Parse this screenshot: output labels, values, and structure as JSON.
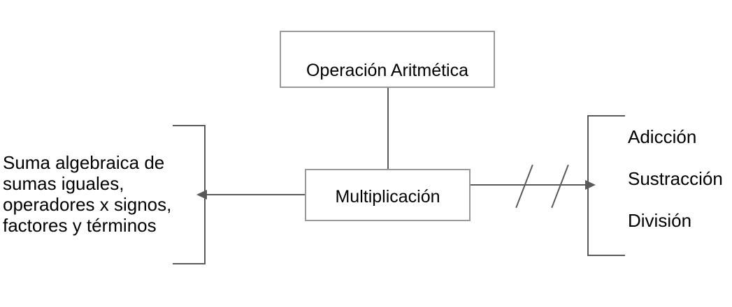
{
  "diagram": {
    "title_box": {
      "label": "Operación Aritmética"
    },
    "center_box": {
      "label": "Multiplicación"
    },
    "left_note": {
      "lines": [
        "Suma algebraica de",
        "sumas iguales,",
        "operadores x signos,",
        "factores y términos"
      ]
    },
    "right_items": [
      {
        "label": "Adicción"
      },
      {
        "label": "Sustracción"
      },
      {
        "label": "División"
      }
    ],
    "colors": {
      "line": "#595959",
      "box_border": "#999999",
      "text": "#000000",
      "background": "#ffffff"
    }
  }
}
